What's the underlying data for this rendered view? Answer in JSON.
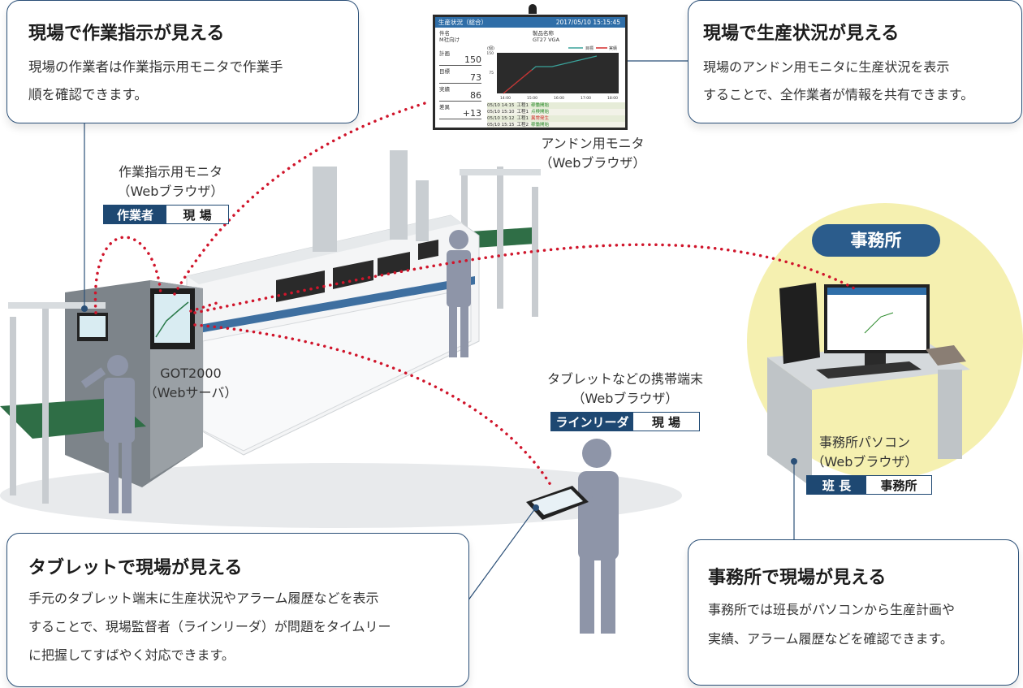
{
  "callouts": {
    "top_left": {
      "title": "現場で作業指示が見える",
      "body": [
        "現場の作業者は作業指示用モニタで作業手",
        "順を確認できます。"
      ]
    },
    "top_right": {
      "title": "現場で生産状況が見える",
      "body": [
        "現場のアンドン用モニタに生産状況を表示",
        "することで、全作業者が情報を共有できます。"
      ]
    },
    "bottom_left": {
      "title": "タブレットで現場が見える",
      "body": [
        "手元のタブレット端末に生産状況やアラーム履歴などを表示",
        "することで、現場監督者（ラインリーダ）が問題をタイムリー",
        "に把握してすばやく対応できます。"
      ]
    },
    "bottom_right": {
      "title": "事務所で現場が見える",
      "body": [
        "事務所では班長がパソコンから生産計画や",
        "実績、アラーム履歴などを確認できます。"
      ]
    }
  },
  "labels": {
    "work_monitor": [
      "作業指示用モニタ",
      "（Webブラウザ）"
    ],
    "andon_monitor": [
      "アンドン用モニタ",
      "（Webブラウザ）"
    ],
    "got": [
      "GOT2000",
      "（Webサーバ）"
    ],
    "tablet": [
      "タブレットなどの携帯端末",
      "（Webブラウザ）"
    ],
    "office_pc": [
      "事務所パソコン",
      "（Webブラウザ）"
    ]
  },
  "badges": {
    "work": {
      "role": "作業者",
      "place": "現 場"
    },
    "tablet": {
      "role": "ラインリーダ",
      "place": "現 場"
    },
    "office": {
      "role": "班 長",
      "place": "事務所"
    }
  },
  "office_tag": "事務所",
  "andon": {
    "header_title": "生産状況（総合）",
    "header_time": "2017/05/10 15:15:45",
    "item_label": "件名",
    "item_value": "M社向け",
    "product_label": "製品名称",
    "product_value": "GT27 VGA",
    "stats": [
      {
        "label": "計画",
        "value": "150"
      },
      {
        "label": "目標",
        "value": "73"
      },
      {
        "label": "実績",
        "value": "86"
      },
      {
        "label": "差異",
        "value": "+13"
      }
    ],
    "chart_unit": "(個)",
    "legend": [
      {
        "name": "目標",
        "color": "#3aa29a"
      },
      {
        "name": "実績",
        "color": "#d22a2a"
      }
    ],
    "y_ticks": [
      "150",
      "75"
    ],
    "x_ticks": [
      "14:00",
      "15:00",
      "16:00",
      "17:00",
      "18:00"
    ],
    "log": [
      {
        "time": "05/10 14:15",
        "line": "工程1",
        "msg": "稼働開始",
        "color": "#2a8a2a"
      },
      {
        "time": "05/10 15:10",
        "line": "工程1",
        "msg": "点検開始",
        "color": "#2a8a2a"
      },
      {
        "time": "05/10 15:12",
        "line": "工程1",
        "msg": "異常発生",
        "color": "#d22a2a"
      },
      {
        "time": "05/10 15:15",
        "line": "工程2",
        "msg": "稼働開始",
        "color": "#2a8a2a"
      }
    ]
  },
  "colors": {
    "accent": "#1e4872",
    "dots": "#d0152b",
    "office_bg": "#f5f0b0"
  }
}
